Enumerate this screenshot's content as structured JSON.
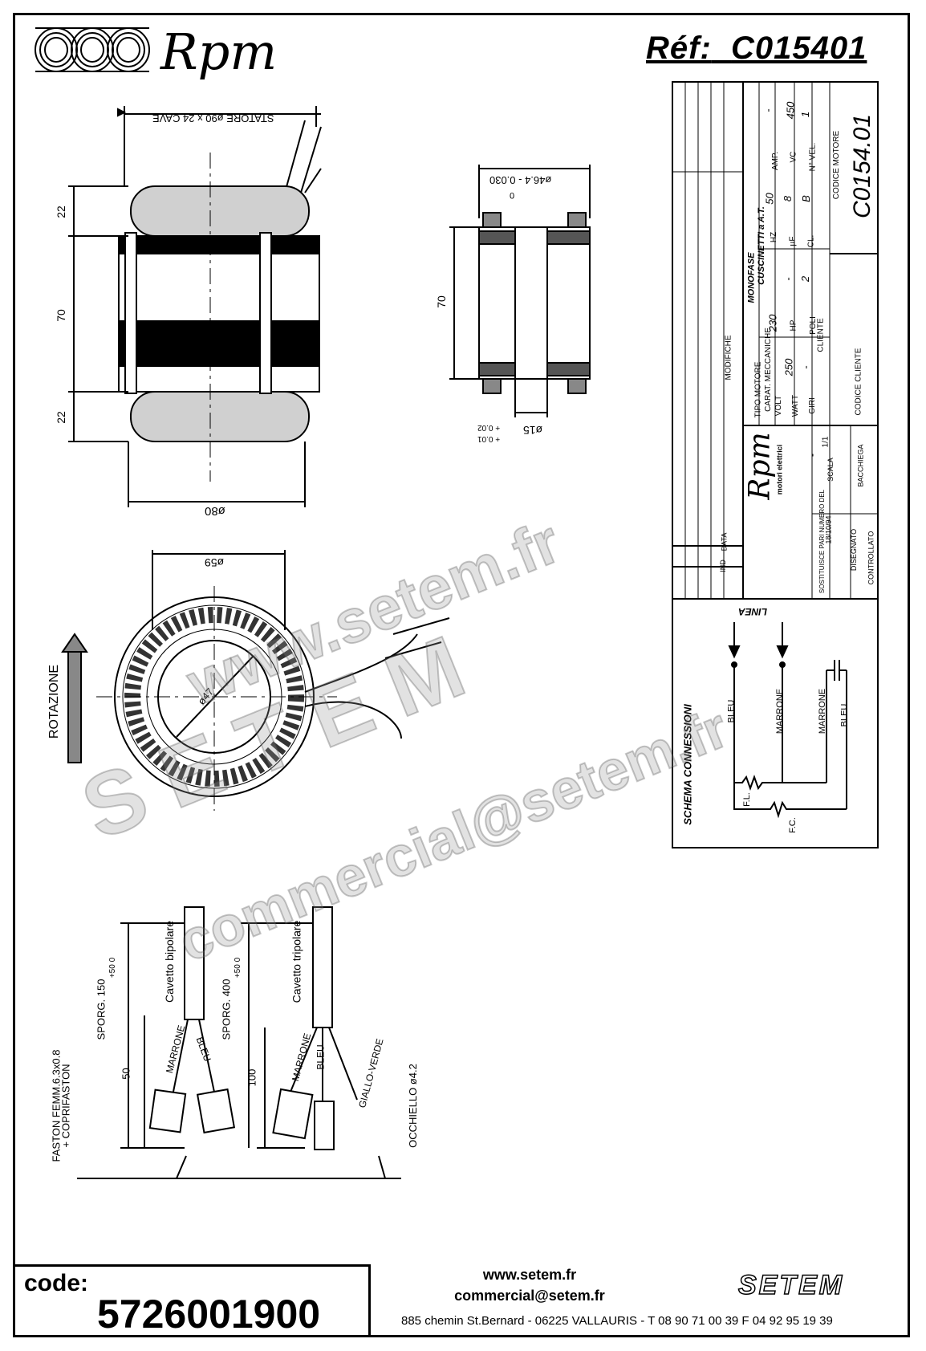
{
  "header": {
    "brand": "Rpm",
    "ref_label": "Réf:",
    "ref_value": "C015401"
  },
  "drawing": {
    "stator_label": "STATORE ø90 x 24 CAVE",
    "dim_22_top": "22",
    "dim_70": "70",
    "dim_22_bottom": "22",
    "dim_80": "ø80",
    "rotor_bore": "ø46.4 - 0.030",
    "rotor_bore_tol": "0",
    "rotor_70": "70",
    "shaft_dia": "ø15",
    "shaft_tol_top": "+ 0.02",
    "shaft_tol_bottom": "+ 0.01",
    "dim_59": "ø59",
    "dim_47": "ø47",
    "rotation": "ROTAZIONE"
  },
  "cables": {
    "bipolar": "Cavetto bipolare",
    "tripolar": "Cavetto tripolare",
    "sporg150": "SPORG. 150",
    "sporg150_tol": "+50 0",
    "sporg400": "SPORG. 400",
    "sporg400_tol": "+50 0",
    "dim50": "50",
    "dim100": "100",
    "marrone": "MARRONE",
    "bleu": "BLEU",
    "giallo_verde": "GIALLO-VERDE",
    "faston": "FASTON FEMM.6.3x0.8",
    "copri": "+ COPRIFASTON",
    "occhiello": "OCCHIELLO ø4.2"
  },
  "title_block": {
    "modifiche": "MODIFICHE",
    "tipo_motore": "TIPO MOTORE",
    "tipo_val": "MONOFASE",
    "carat": "CARAT. MECCANICHE",
    "carat_val": "CUSCINETTI a A.T.",
    "volt": "VOLT",
    "volt_val": "230",
    "hz": "HZ",
    "hz_val": "50",
    "amp": "AMP.",
    "amp_val": "-",
    "watt": "WATT",
    "watt_val": "250",
    "hp": "HP",
    "hp_val": "-",
    "uf": "µF",
    "uf_val": "8",
    "vc": "VC",
    "vc_val": "450",
    "giri": "GIRI",
    "giri_val": "-",
    "poli": "POLI",
    "poli_val": "2",
    "cl": "CL.",
    "cl_val": "B",
    "nvel": "N° VEL.",
    "nvel_val": "1",
    "cliente": "CLIENTE",
    "codice_motore": "CODICE MOTORE",
    "codice_motore_val": "C0154.01",
    "codice_cliente": "CODICE CLIENTE",
    "disegnato": "DISEGNATO",
    "controllato": "CONTROLLATO",
    "ind": "IND",
    "data": "DATA",
    "sostituisce": "SOSTITUISCE PARI NUMERO DEL",
    "sost_val": "-",
    "data_val": "18/10/94",
    "scala": "SCALA",
    "scala_val": "1/1",
    "disegnato_val": "BACCHIEGA",
    "rpm": "Rpm",
    "rpm_sub": "motori elettrici"
  },
  "schema": {
    "title": "SCHEMA CONNESSIONI",
    "linea": "LINEA",
    "bleu": "BLEU",
    "marrone1": "MARRONE",
    "marrone2": "MARRONE",
    "bleu2": "BLEU",
    "fl": "F.L.",
    "fc": "F.C."
  },
  "watermark": {
    "w1": "www.setem.fr",
    "w2": "SETEM",
    "w3": "commercial@setem.fr"
  },
  "footer": {
    "code_label": "code:",
    "code_value": "5726001900",
    "web": "www.setem.fr",
    "email": "commercial@setem.fr",
    "address": "885 chemin St.Bernard  -  06225 VALLAURIS  -  T 08 90 71 00 39   F 04 92 95 19 39",
    "setem": "SETEM"
  }
}
